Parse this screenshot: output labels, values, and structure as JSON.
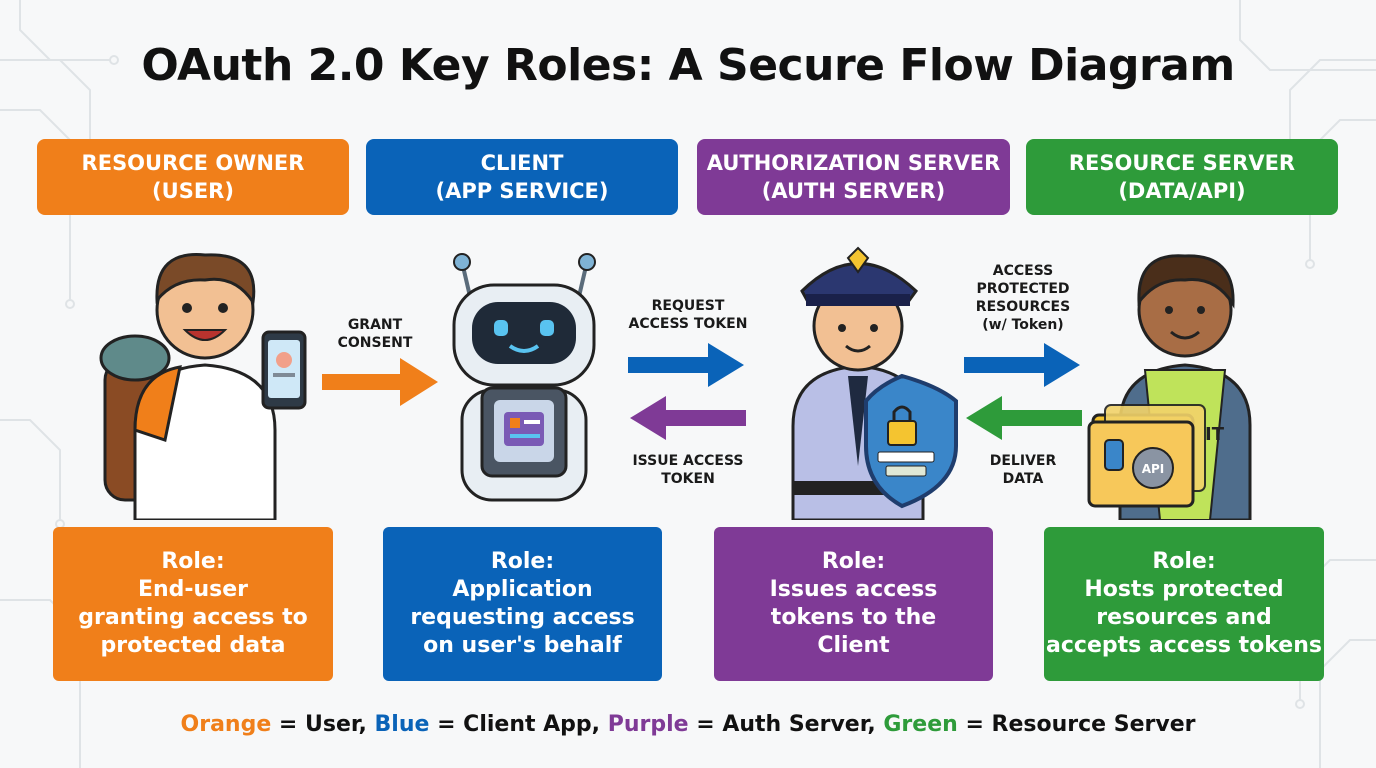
{
  "title": "OAuth 2.0 Key Roles: A Secure Flow Diagram",
  "colors": {
    "orange": "#f07f1a",
    "blue": "#0a63b8",
    "purple": "#7f3a96",
    "green": "#2e9b3a"
  },
  "roles": [
    {
      "header_line1": "RESOURCE OWNER",
      "header_line2": "(USER)",
      "desc_line1": "Role:",
      "desc_line2": "End-user",
      "desc_line3": "granting access to",
      "desc_line4": "protected data"
    },
    {
      "header_line1": "CLIENT",
      "header_line2": "(APP SERVICE)",
      "desc_line1": "Role:",
      "desc_line2": "Application",
      "desc_line3": "requesting access",
      "desc_line4": "on user's behalf"
    },
    {
      "header_line1": "AUTHORIZATION SERVER",
      "header_line2": "(AUTH SERVER)",
      "desc_line1": "Role:",
      "desc_line2": "Issues access",
      "desc_line3": "tokens to the",
      "desc_line4": "Client"
    },
    {
      "header_line1": "RESOURCE SERVER",
      "header_line2": "(DATA/API)",
      "desc_line1": "Role:",
      "desc_line2": "Hosts protected",
      "desc_line3": "resources and",
      "desc_line4": "accepts access tokens"
    }
  ],
  "flows": {
    "grant_l1": "GRANT",
    "grant_l2": "CONSENT",
    "request_l1": "REQUEST",
    "request_l2": "ACCESS TOKEN",
    "issue_l1": "ISSUE ACCESS",
    "issue_l2": "TOKEN",
    "access_l1": "ACCESS",
    "access_l2": "PROTECTED",
    "access_l3": "RESOURCES",
    "access_l4": "(w/ Token)",
    "deliver_l1": "DELIVER",
    "deliver_l2": "DATA"
  },
  "figure_labels": {
    "folder_tab": "IT",
    "api_badge": "API"
  },
  "legend": {
    "orange": "Orange",
    "eq_user": " = User, ",
    "blue": "Blue",
    "eq_client": " = Client App, ",
    "purple": "Purple",
    "eq_auth": " = Auth Server, ",
    "green": "Green",
    "eq_resource": " = Resource Server"
  }
}
